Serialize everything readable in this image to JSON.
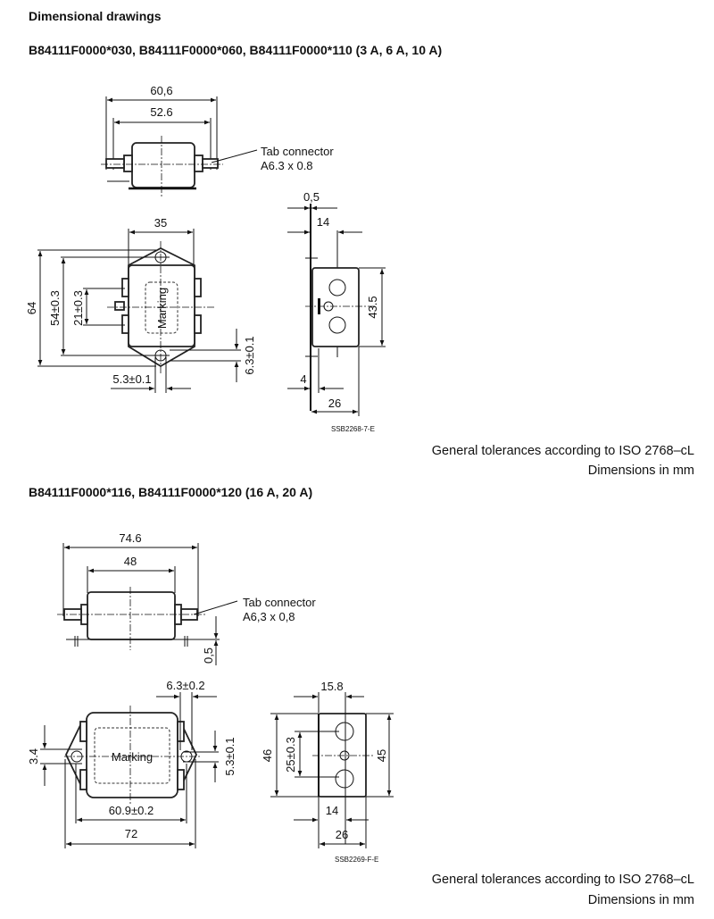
{
  "heading": "Dimensional drawings",
  "section1": {
    "title": "B84111F0000*030, B84111F0000*060, B84111F0000*110 (3 A, 6 A, 10 A)",
    "dims": {
      "d60_6": "60,6",
      "d52_6": "52.6",
      "d35": "35",
      "d64": "64",
      "d54": "54±0.3",
      "d21": "21±0.3",
      "d6_3": "6.3±0.1",
      "d5_3": "5.3±0.1",
      "d0_5": "0,5",
      "d14": "14",
      "d43_5": "43.5",
      "d4": "4",
      "d26": "26"
    },
    "tab_label": "Tab connector",
    "tab_size": "A6.3 x 0.8",
    "marking": "Marking",
    "drawing_code": "SSB2268-7-E",
    "tolerance_note": "General tolerances according to ISO 2768–cL",
    "units_note": "Dimensions in mm"
  },
  "section2": {
    "title": "B84111F0000*116, B84111F0000*120 (16 A, 20 A)",
    "dims": {
      "d74_6": "74.6",
      "d48": "48",
      "d0_5": "0,5",
      "d6_3": "6.3±0.2",
      "d3_4": "3.4",
      "d5_3": "5.3±0.1",
      "d60_9": "60.9±0.2",
      "d72": "72",
      "d15_8": "15.8",
      "d46": "46",
      "d25": "25±0.3",
      "d45": "45",
      "d14": "14",
      "d26": "26"
    },
    "tab_label": "Tab connector",
    "tab_size": "A6,3 x 0,8",
    "marking": "Marking",
    "drawing_code": "SSB2269-F-E",
    "tolerance_note": "General tolerances according to ISO 2768–cL",
    "units_note": "Dimensions in mm"
  }
}
